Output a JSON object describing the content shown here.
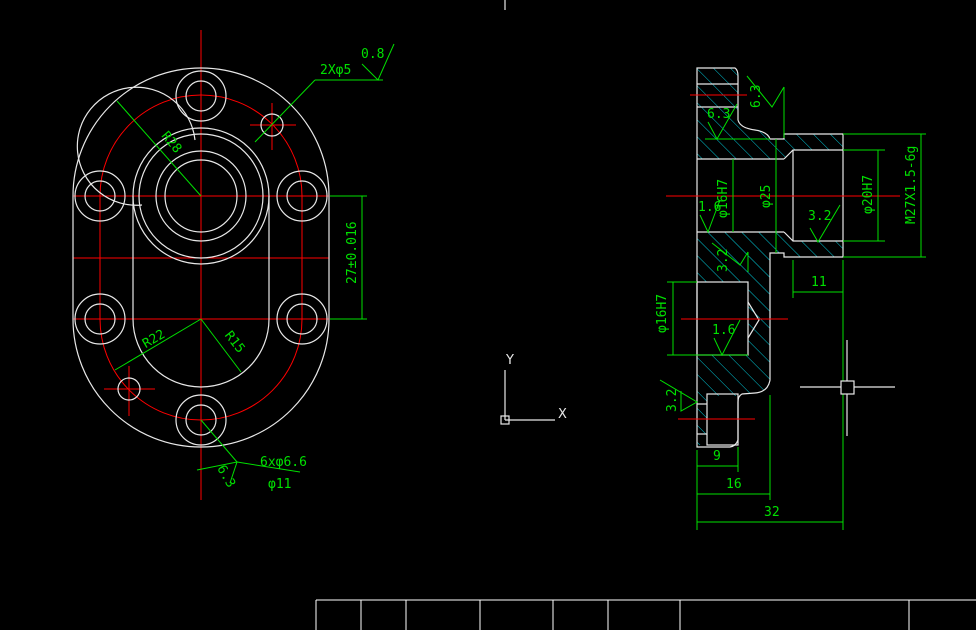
{
  "colors": {
    "background": "#000000",
    "geometry": "#e8e8e8",
    "centerline": "#ff0000",
    "dimension": "#00e000",
    "hatch": "#00c8d8"
  },
  "front_view": {
    "labels": {
      "r28": "R28",
      "r22": "R22",
      "r15": "R15",
      "holes_small": "2Xφ5",
      "roughness_08": "0.8",
      "tol": "27±0.016",
      "holes_bolt": "6xφ6.6",
      "cbore": "φ11",
      "roughness_63": "6.3"
    }
  },
  "section_view": {
    "labels": {
      "r63": "6.3",
      "r63b": "6.3",
      "r16a": "1.6",
      "phi16a": "φ16H7",
      "phi25": "φ25",
      "phi20": "φ20H7",
      "thread": "M27X1.5-6g",
      "r32a": "3.2",
      "r32b": "3.2",
      "dim11": "11",
      "phi16b": "φ16H7",
      "r16b": "1.6",
      "r32c": "3.2",
      "dim9": "9",
      "dim16": "16",
      "dim32": "32"
    }
  },
  "ucs": {
    "x": "X",
    "y": "Y"
  }
}
